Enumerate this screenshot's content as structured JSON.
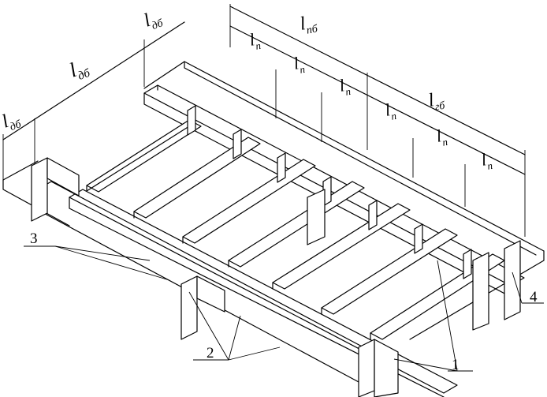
{
  "dimensions": {
    "top_chain": [
      {
        "main": "l",
        "sub": "пб"
      },
      {
        "main": "l",
        "sub": "гб"
      }
    ],
    "panel_spans": [
      {
        "main": "l",
        "sub": "п"
      },
      {
        "main": "l",
        "sub": "п"
      },
      {
        "main": "l",
        "sub": "п"
      },
      {
        "main": "l",
        "sub": "п"
      },
      {
        "main": "l",
        "sub": "п"
      },
      {
        "main": "l",
        "sub": "п"
      }
    ],
    "left_chain": [
      {
        "main": "l",
        "sub": "дб"
      },
      {
        "main": "l",
        "sub": "дб"
      },
      {
        "main": "l",
        "sub": "дб"
      }
    ]
  },
  "callouts": {
    "c1": "1",
    "c2": "2",
    "c3": "3",
    "c4": "4"
  }
}
